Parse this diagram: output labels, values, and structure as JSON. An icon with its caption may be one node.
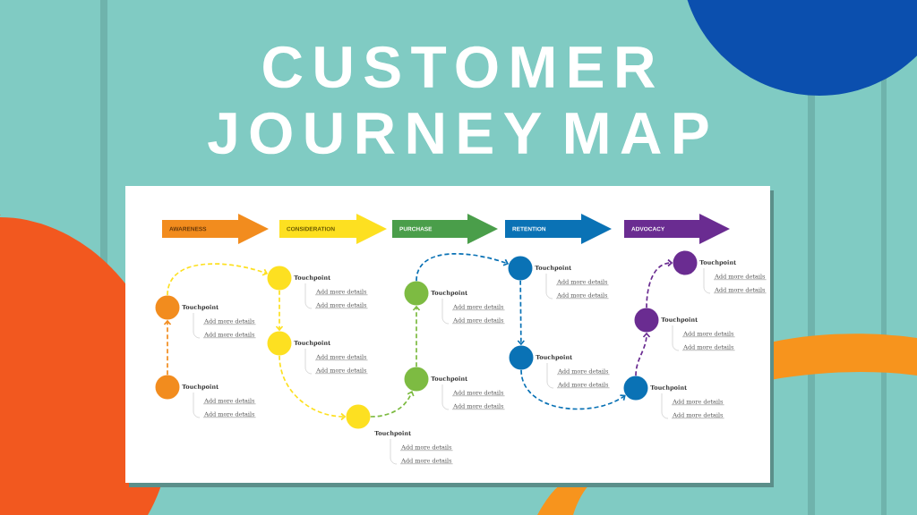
{
  "diagram": {
    "title": "CUSTOMER JOURNEY MAP",
    "nodes": [
      {
        "text": [
          "AWARENESS"
        ]
      },
      {
        "text": [
          "CONSIDERATION"
        ]
      },
      {
        "text": [
          "PURCHASE"
        ]
      },
      {
        "text": [
          "RETENTION"
        ]
      },
      {
        "text": [
          "ADVOCACY"
        ]
      },
      {
        "text": [],
        "shape": "circle",
        "beside": [
          "Touchpoint",
          "Add more details",
          "Add more details"
        ]
      },
      {
        "text": [],
        "shape": "circle",
        "beside": [
          "Touchpoint",
          "Add more details",
          "Add more details"
        ]
      },
      {
        "text": [],
        "shape": "circle",
        "beside": [
          "Touchpoint",
          "Add more details",
          "Add more details"
        ]
      },
      {
        "text": [],
        "shape": "circle",
        "beside": [
          "Touchpoint",
          "Add more details",
          "Add more details"
        ]
      },
      {
        "text": [],
        "shape": "circle",
        "beside": [
          "Touchpoint",
          "Add more details",
          "Add more details"
        ]
      },
      {
        "text": [],
        "shape": "circle",
        "beside": [
          "Touchpoint",
          "Add more details",
          "Add more details"
        ]
      },
      {
        "text": [],
        "shape": "circle",
        "beside": [
          "Touchpoint",
          "Add more details",
          "Add more details"
        ]
      },
      {
        "text": [],
        "shape": "circle",
        "beside": [
          "Touchpoint",
          "Add more details",
          "Add more details"
        ]
      },
      {
        "text": [],
        "shape": "circle",
        "beside": [
          "Touchpoint",
          "Add more details",
          "Add more details"
        ]
      },
      {
        "text": [],
        "shape": "circle",
        "beside": [
          "Touchpoint",
          "Add more details",
          "Add more details"
        ]
      },
      {
        "text": [],
        "shape": "circle",
        "beside": [
          "Touchpoint",
          "Add more details",
          "Add more details"
        ]
      },
      {
        "text": [],
        "shape": "circle",
        "beside": [
          "Touchpoint",
          "Add more details",
          "Add more details"
        ]
      }
    ],
    "edges": [
      {
        "from": 6,
        "to": 5,
        "arrow": "to",
        "style": "dashed",
        "color": "#f28c1e"
      },
      {
        "from": 5,
        "to": 7,
        "arrow": "to",
        "style": "dashed",
        "color": "#fde021"
      },
      {
        "from": 7,
        "to": 8,
        "arrow": "to",
        "style": "dashed",
        "color": "#fde021"
      },
      {
        "from": 8,
        "to": 9,
        "arrow": "to",
        "style": "dashed",
        "color": "#fde021"
      },
      {
        "from": 9,
        "to": 11,
        "arrow": "to",
        "style": "dashed",
        "color": "#7dbb42"
      },
      {
        "from": 11,
        "to": 10,
        "arrow": "to",
        "style": "dashed",
        "color": "#7dbb42"
      },
      {
        "from": 10,
        "to": 12,
        "arrow": "to",
        "style": "dashed",
        "color": "#0a72b5"
      },
      {
        "from": 12,
        "to": 13,
        "arrow": "to",
        "style": "dashed",
        "color": "#0a72b5"
      },
      {
        "from": 13,
        "to": 14,
        "arrow": "to",
        "style": "dashed",
        "color": "#0a72b5"
      },
      {
        "from": 14,
        "to": 15,
        "arrow": "to",
        "style": "dashed",
        "color": "#6a2c91"
      },
      {
        "from": 15,
        "to": 16,
        "arrow": "to",
        "style": "dashed",
        "color": "#6a2c91"
      }
    ]
  }
}
